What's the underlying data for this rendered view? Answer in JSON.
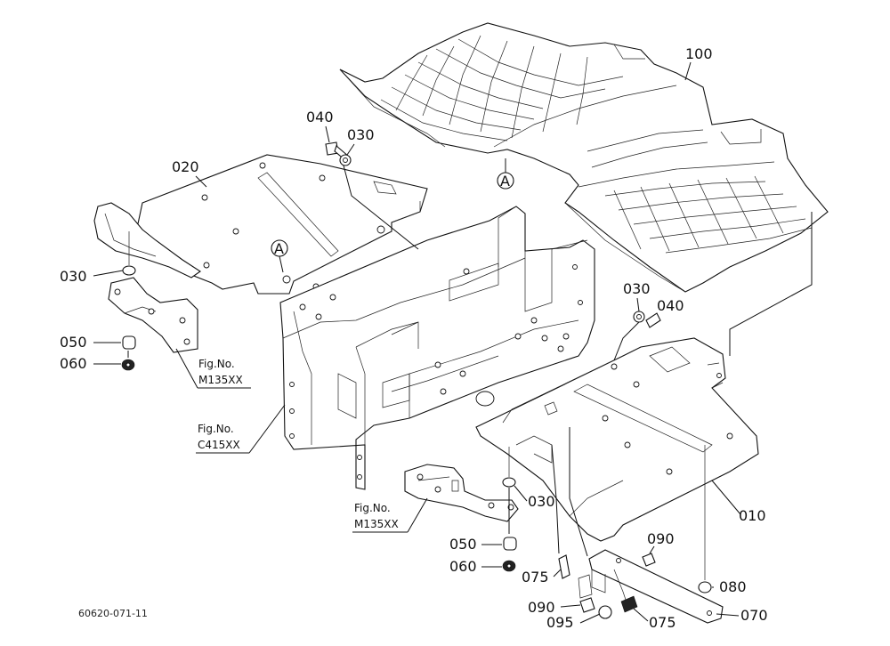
{
  "parts": {
    "p100": "100",
    "p040_top": "040",
    "p030_top": "030",
    "p020": "020",
    "p030_left": "030",
    "p050_left": "050",
    "p060_left": "060",
    "p030_mid": "030",
    "p040_mid": "040",
    "p030_low": "030",
    "p010": "010",
    "p050_low": "050",
    "p060_low": "060",
    "p090_top": "090",
    "p075_left": "075",
    "p080": "080",
    "p090_bot": "090",
    "p095": "095",
    "p075_right": "075",
    "p070": "070"
  },
  "callouts": {
    "a_upper": "A",
    "a_lower": "A"
  },
  "refs": {
    "m135_left": {
      "line1": "Fig.No.",
      "line2": "M135XX"
    },
    "c415": {
      "line1": "Fig.No.",
      "line2": "C415XX"
    },
    "m135_low": {
      "line1": "Fig.No.",
      "line2": "M135XX"
    }
  },
  "drawing_code": "60620-071-11"
}
